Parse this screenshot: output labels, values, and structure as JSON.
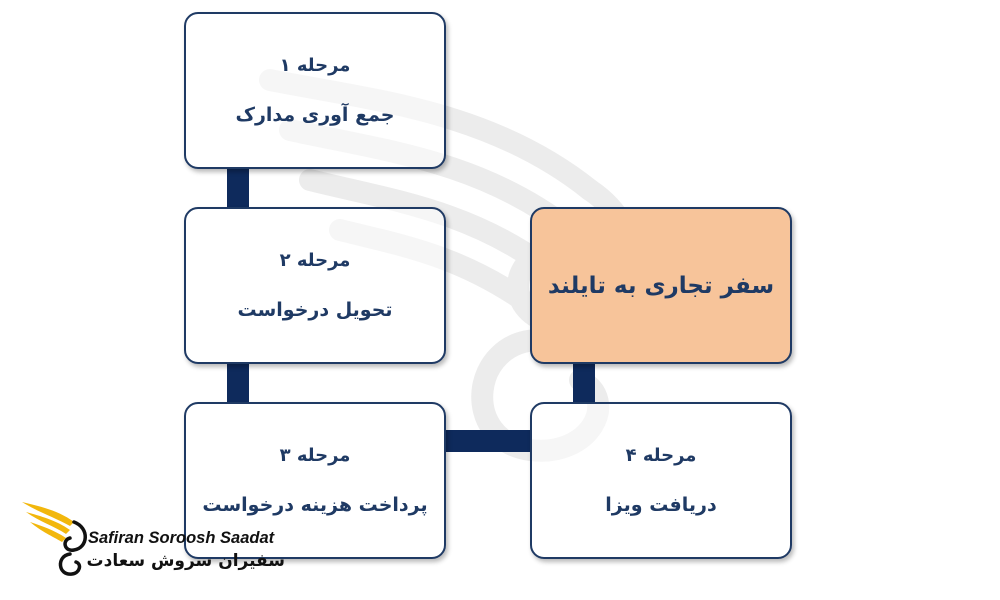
{
  "nodes": [
    {
      "stage": "مرحله ۱",
      "desc": "جمع آوری مدارک"
    },
    {
      "stage": "مرحله ۲",
      "desc": "تحویل درخواست"
    },
    {
      "stage": "مرحله ۳",
      "desc": "پرداخت هزینه درخواست"
    },
    {
      "stage": "مرحله ۴",
      "desc": "دریافت ویزا"
    }
  ],
  "title_node": {
    "label": "سفر تجاری به تایلند"
  },
  "logo": {
    "latin": "Safiran Soroosh Saadat",
    "farsi": "سفیران سروش سعادت"
  },
  "colors": {
    "box_border": "#1f3a64",
    "text": "#1f3a64",
    "connector": "#0e2a5c",
    "title_fill": "#f7c49a",
    "logo_gold": "#f2b70c"
  }
}
